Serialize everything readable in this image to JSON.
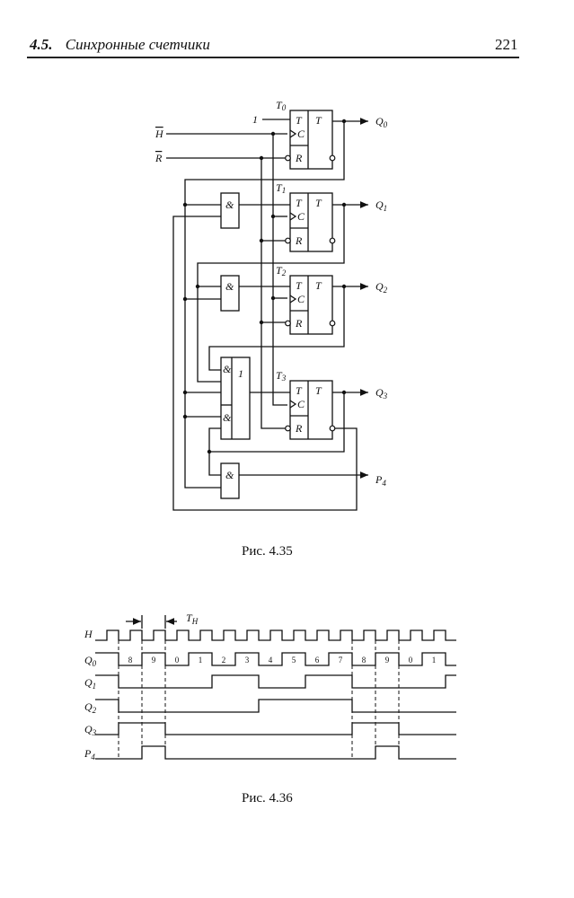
{
  "header": {
    "section": "4.5.",
    "title": "Синхронные счетчики",
    "page_number": "221"
  },
  "figure_35": {
    "caption": "Рис. 4.35",
    "inputs": {
      "clock": "H",
      "reset": "R",
      "one": "1"
    },
    "flipflop": {
      "t_input": "T",
      "c_input": "C",
      "r_input": "R",
      "type": "T"
    },
    "flipflop_labels": [
      {
        "base": "T",
        "sub": "0"
      },
      {
        "base": "T",
        "sub": "1"
      },
      {
        "base": "T",
        "sub": "2"
      },
      {
        "base": "T",
        "sub": "3"
      }
    ],
    "outputs": [
      {
        "base": "Q",
        "sub": "0"
      },
      {
        "base": "Q",
        "sub": "1"
      },
      {
        "base": "Q",
        "sub": "2"
      },
      {
        "base": "Q",
        "sub": "3"
      },
      {
        "base": "P",
        "sub": "4"
      }
    ],
    "gate_and": "&",
    "gate_or": "1"
  },
  "figure_36": {
    "caption": "Рис. 4.36",
    "period_label": {
      "base": "T",
      "sub": "H"
    },
    "clock_label": "H",
    "counts": [
      "8",
      "9",
      "0",
      "1",
      "2",
      "3",
      "4",
      "5",
      "6",
      "7",
      "8",
      "9",
      "0",
      "1"
    ],
    "signals": [
      {
        "base": "Q",
        "sub": "0",
        "levels": [
          1,
          0,
          1,
          0,
          1,
          0,
          1,
          0,
          1,
          0,
          1,
          0,
          1,
          0,
          1,
          0
        ]
      },
      {
        "base": "Q",
        "sub": "1",
        "levels": [
          1,
          0,
          0,
          0,
          0,
          1,
          1,
          0,
          0,
          1,
          1,
          0,
          0,
          0,
          0,
          1
        ]
      },
      {
        "base": "Q",
        "sub": "2",
        "levels": [
          1,
          0,
          0,
          0,
          0,
          0,
          0,
          1,
          1,
          1,
          1,
          0,
          0,
          0,
          0,
          0
        ]
      },
      {
        "base": "Q",
        "sub": "3",
        "levels": [
          0,
          1,
          1,
          0,
          0,
          0,
          0,
          0,
          0,
          0,
          0,
          1,
          1,
          0,
          0,
          0
        ]
      },
      {
        "base": "P",
        "sub": "4",
        "levels": [
          0,
          0,
          1,
          0,
          0,
          0,
          0,
          0,
          0,
          0,
          0,
          0,
          1,
          0,
          0,
          0
        ]
      }
    ]
  }
}
